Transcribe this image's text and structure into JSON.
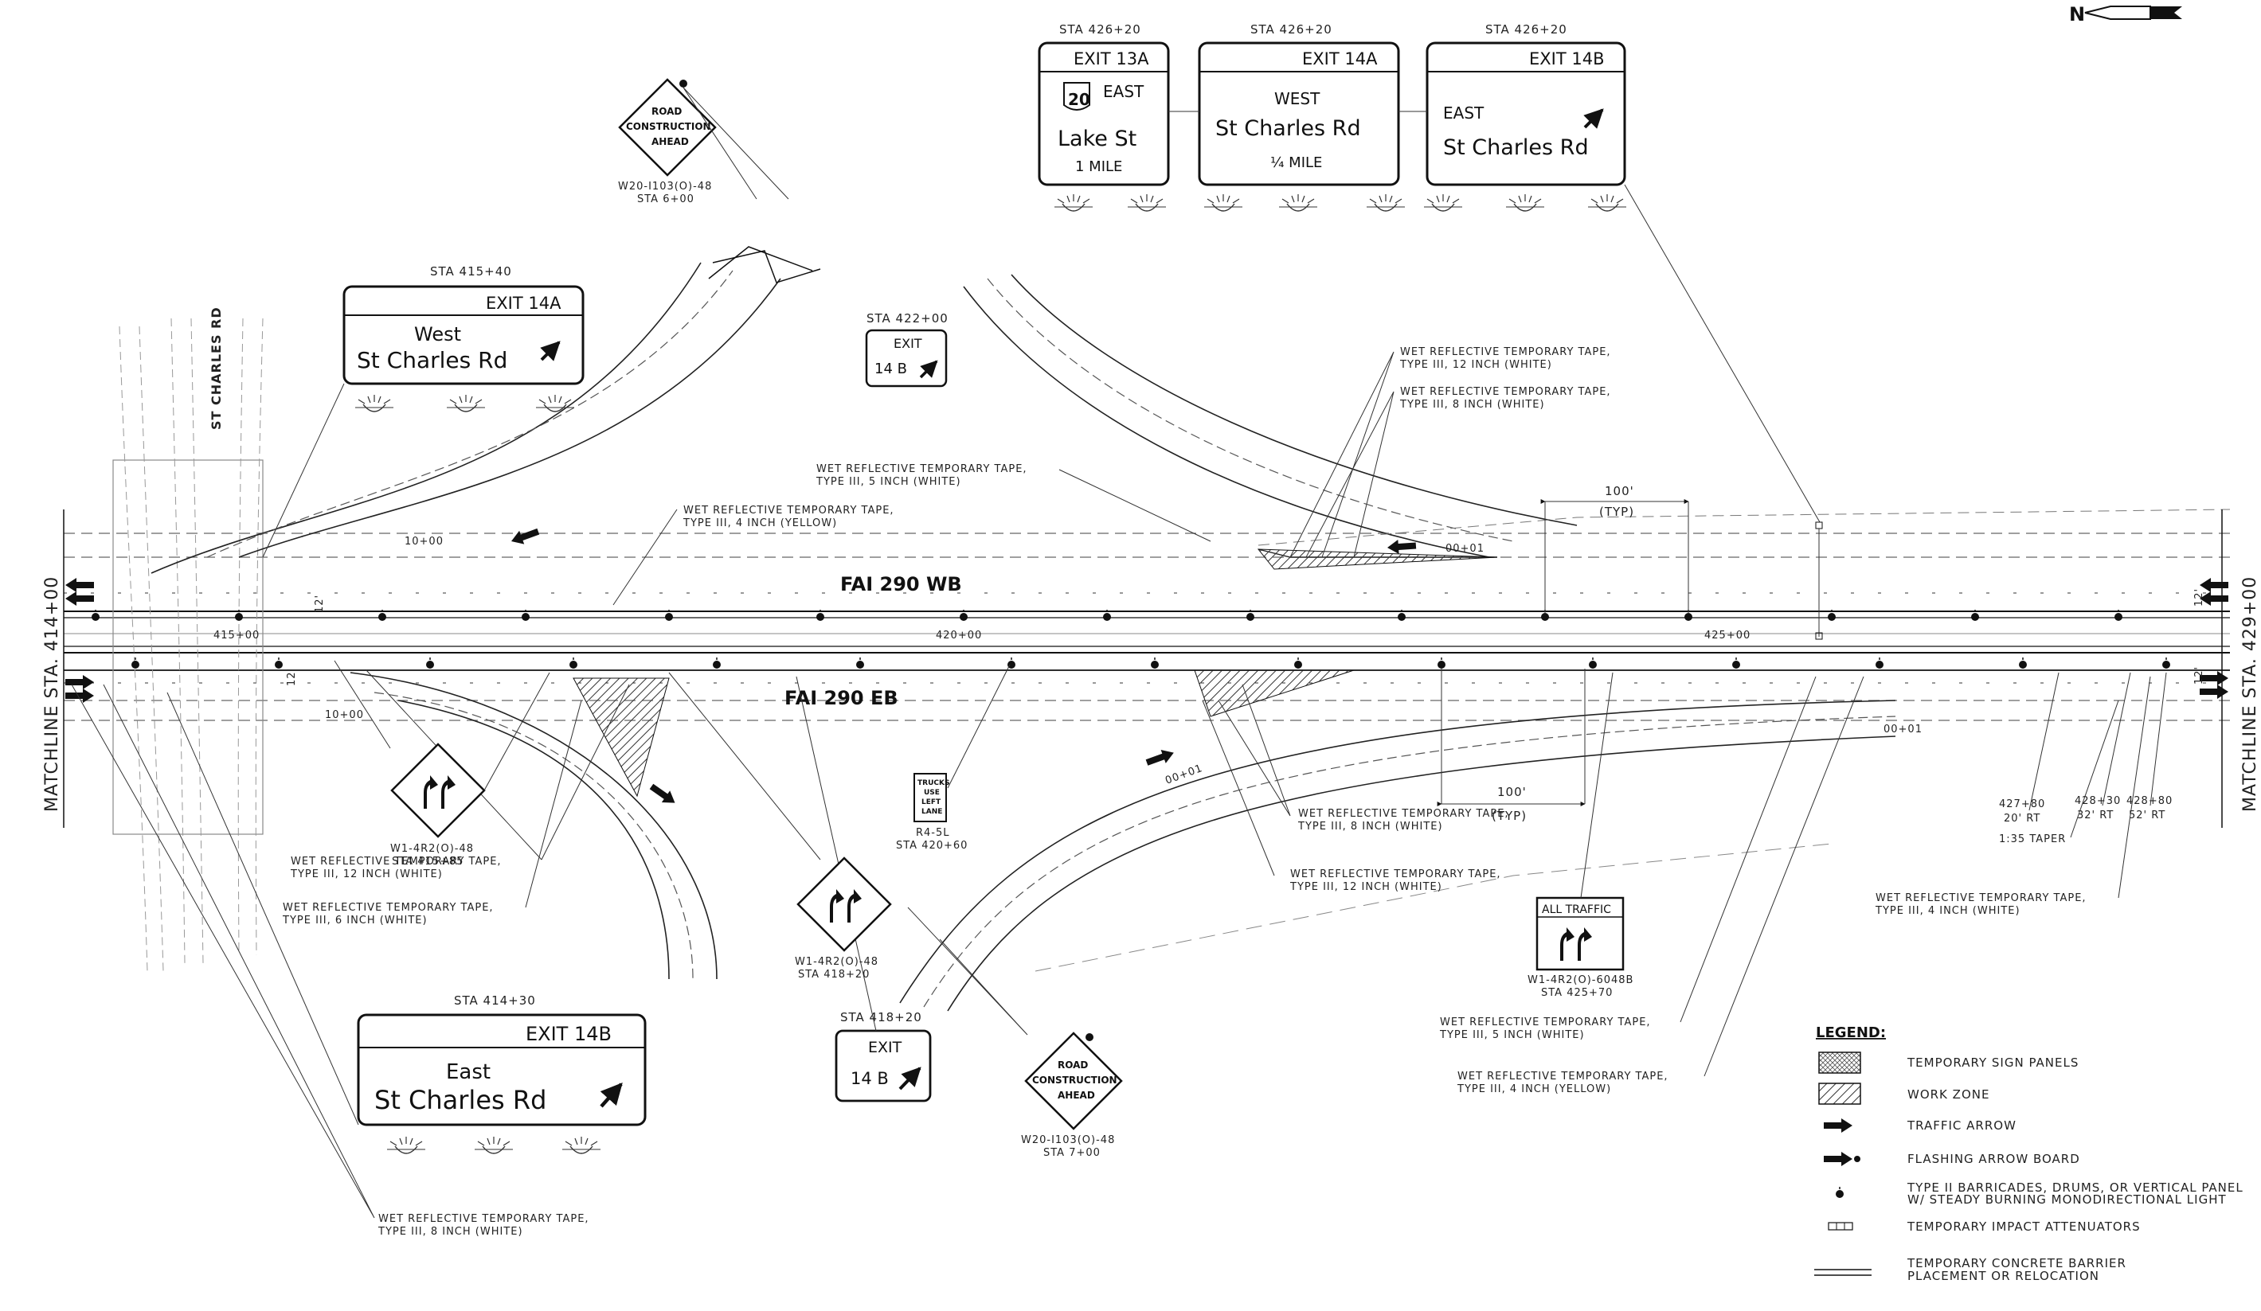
{
  "north_arrow": {
    "letter": "N"
  },
  "overhead_signs": [
    {
      "sta": "STA 426+20",
      "exit": "EXIT 13A",
      "shield": "20",
      "dir": "EAST",
      "name": "Lake St",
      "dist": "1 MILE"
    },
    {
      "sta": "STA 426+20",
      "exit": "EXIT 14A",
      "dir": "WEST",
      "name": "St Charles Rd",
      "dist": "¼ MILE"
    },
    {
      "sta": "STA 426+20",
      "exit": "EXIT 14B",
      "dir": "EAST",
      "name": "St Charles Rd"
    }
  ],
  "sign_415_40": {
    "sta": "STA 415+40",
    "exit": "EXIT 14A",
    "dir": "West",
    "name": "St Charles Rd"
  },
  "sign_414_30": {
    "sta": "STA 414+30",
    "exit": "EXIT 14B",
    "dir": "East",
    "name": "St Charles Rd"
  },
  "sign_422_00": {
    "sta": "STA 422+00",
    "line1": "EXIT",
    "line2": "14 B"
  },
  "sign_418_20": {
    "sta": "STA 418+20",
    "line1": "EXIT",
    "line2": "14 B"
  },
  "road_sign_top": {
    "text1": "ROAD",
    "text2": "CONSTRUCTION",
    "text3": "AHEAD",
    "code": "W20-I103(O)-48",
    "sta": "STA 6+00"
  },
  "road_sign_bottom": {
    "text1": "ROAD",
    "text2": "CONSTRUCTION",
    "text3": "AHEAD",
    "code": "W20-I103(O)-48",
    "sta": "STA 7+00"
  },
  "lane_sign_1": {
    "code": "W1-4R2(O)-48",
    "sta": "STA 415+85"
  },
  "lane_sign_2": {
    "code": "W1-4R2(O)-48",
    "sta": "STA 418+20"
  },
  "all_traffic_sign": {
    "header": "ALL TRAFFIC",
    "code": "W1-4R2(O)-6048B",
    "sta": "STA 425+70"
  },
  "trucks_sign": {
    "t1": "TRUCKS",
    "t2": "USE",
    "t3": "LEFT",
    "t4": "LANE",
    "code": "R4-5L",
    "sta": "STA 420+60"
  },
  "roads": {
    "wb": "FAI 290 WB",
    "eb": "FAI 290 EB",
    "cross": "ST CHARLES RD"
  },
  "matchlines": {
    "left": "MATCHLINE STA. 414+00",
    "right": "MATCHLINE STA. 429+00"
  },
  "stations": {
    "s415": "415+00",
    "s420": "420+00",
    "s425": "425+00",
    "r10": "10+00",
    "r00a": "00+01",
    "r10b": "10+00",
    "r00b": "00+01",
    "r00c": "00+01"
  },
  "dims": {
    "top": "100'",
    "top_typ": "(TYP)",
    "bot": "100'",
    "bot_typ": "(TYP)",
    "w1": "12'",
    "w2": "12'",
    "w3": "12'",
    "w4": "12'"
  },
  "taper": {
    "s1": "427+80",
    "o1": "20' RT",
    "s2": "428+30",
    "o2": "32' RT",
    "s3": "428+80",
    "o3": "52' RT",
    "t": "1:35 TAPER"
  },
  "notes": [
    {
      "a": "WET REFLECTIVE TEMPORARY TAPE,",
      "b": "TYPE III, 12 INCH (WHITE)"
    },
    {
      "a": "WET REFLECTIVE TEMPORARY TAPE,",
      "b": "TYPE III, 8 INCH (WHITE)"
    },
    {
      "a": "WET REFLECTIVE TEMPORARY TAPE,",
      "b": "TYPE III, 5 INCH (WHITE)"
    },
    {
      "a": "WET REFLECTIVE TEMPORARY TAPE,",
      "b": "TYPE III, 4 INCH (YELLOW)"
    },
    {
      "a": "WET REFLECTIVE TEMPORARY TAPE,",
      "b": "TYPE III, 8 INCH (WHITE)"
    },
    {
      "a": "WET REFLECTIVE TEMPORARY TAPE,",
      "b": "TYPE III, 12 INCH (WHITE)"
    },
    {
      "a": "WET REFLECTIVE TEMPORARY TAPE,",
      "b": "TYPE III, 12 INCH (WHITE)"
    },
    {
      "a": "WET REFLECTIVE TEMPORARY TAPE,",
      "b": "TYPE III, 6 INCH (WHITE)"
    },
    {
      "a": "WET REFLECTIVE TEMPORARY TAPE,",
      "b": "TYPE III, 4 INCH (WHITE)"
    },
    {
      "a": "WET REFLECTIVE TEMPORARY TAPE,",
      "b": "TYPE III, 5 INCH (WHITE)"
    },
    {
      "a": "WET REFLECTIVE TEMPORARY TAPE,",
      "b": "TYPE III, 4 INCH (YELLOW)"
    },
    {
      "a": "WET REFLECTIVE TEMPORARY TAPE,",
      "b": "TYPE III, 8 INCH (WHITE)"
    }
  ],
  "legend": {
    "title": "LEGEND:",
    "items": [
      "TEMPORARY SIGN PANELS",
      "WORK ZONE",
      "TRAFFIC ARROW",
      "FLASHING ARROW BOARD",
      "TYPE II BARRICADES, DRUMS, OR VERTICAL PANEL",
      "W/ STEADY BURNING MONODIRECTIONAL LIGHT",
      "TEMPORARY IMPACT ATTENUATORS",
      "TEMPORARY CONCRETE BARRIER",
      "PLACEMENT OR RELOCATION"
    ]
  }
}
